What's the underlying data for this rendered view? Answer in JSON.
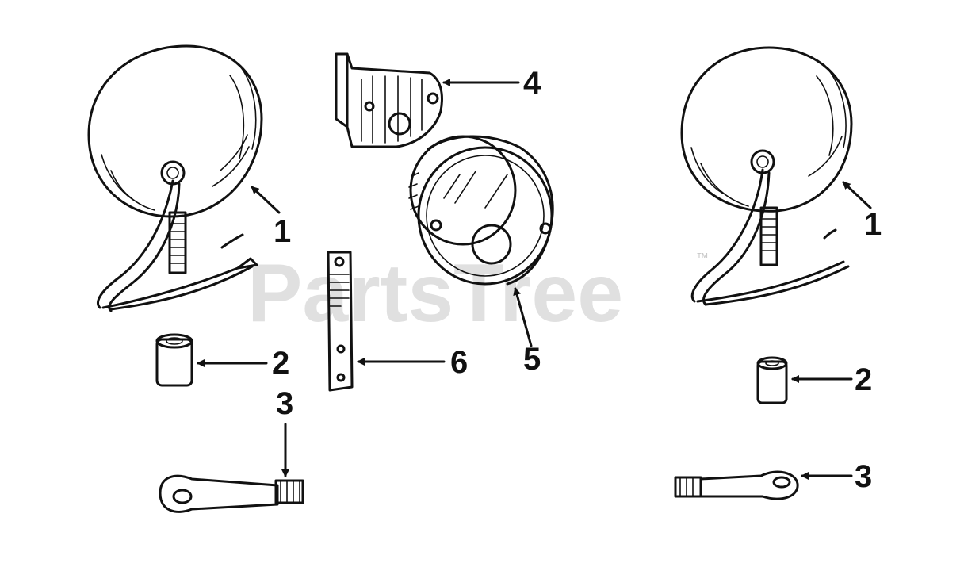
{
  "watermark": {
    "text": "PartsTree",
    "trademark": "™"
  },
  "callouts": [
    {
      "id": "light-left",
      "label": "1"
    },
    {
      "id": "spacer-left",
      "label": "2"
    },
    {
      "id": "bolt-left",
      "label": "3"
    },
    {
      "id": "bracket",
      "label": "4"
    },
    {
      "id": "tail-light",
      "label": "5"
    },
    {
      "id": "strap",
      "label": "6"
    },
    {
      "id": "light-right",
      "label": "1"
    },
    {
      "id": "spacer-right",
      "label": "2"
    },
    {
      "id": "bolt-right",
      "label": "3"
    }
  ]
}
